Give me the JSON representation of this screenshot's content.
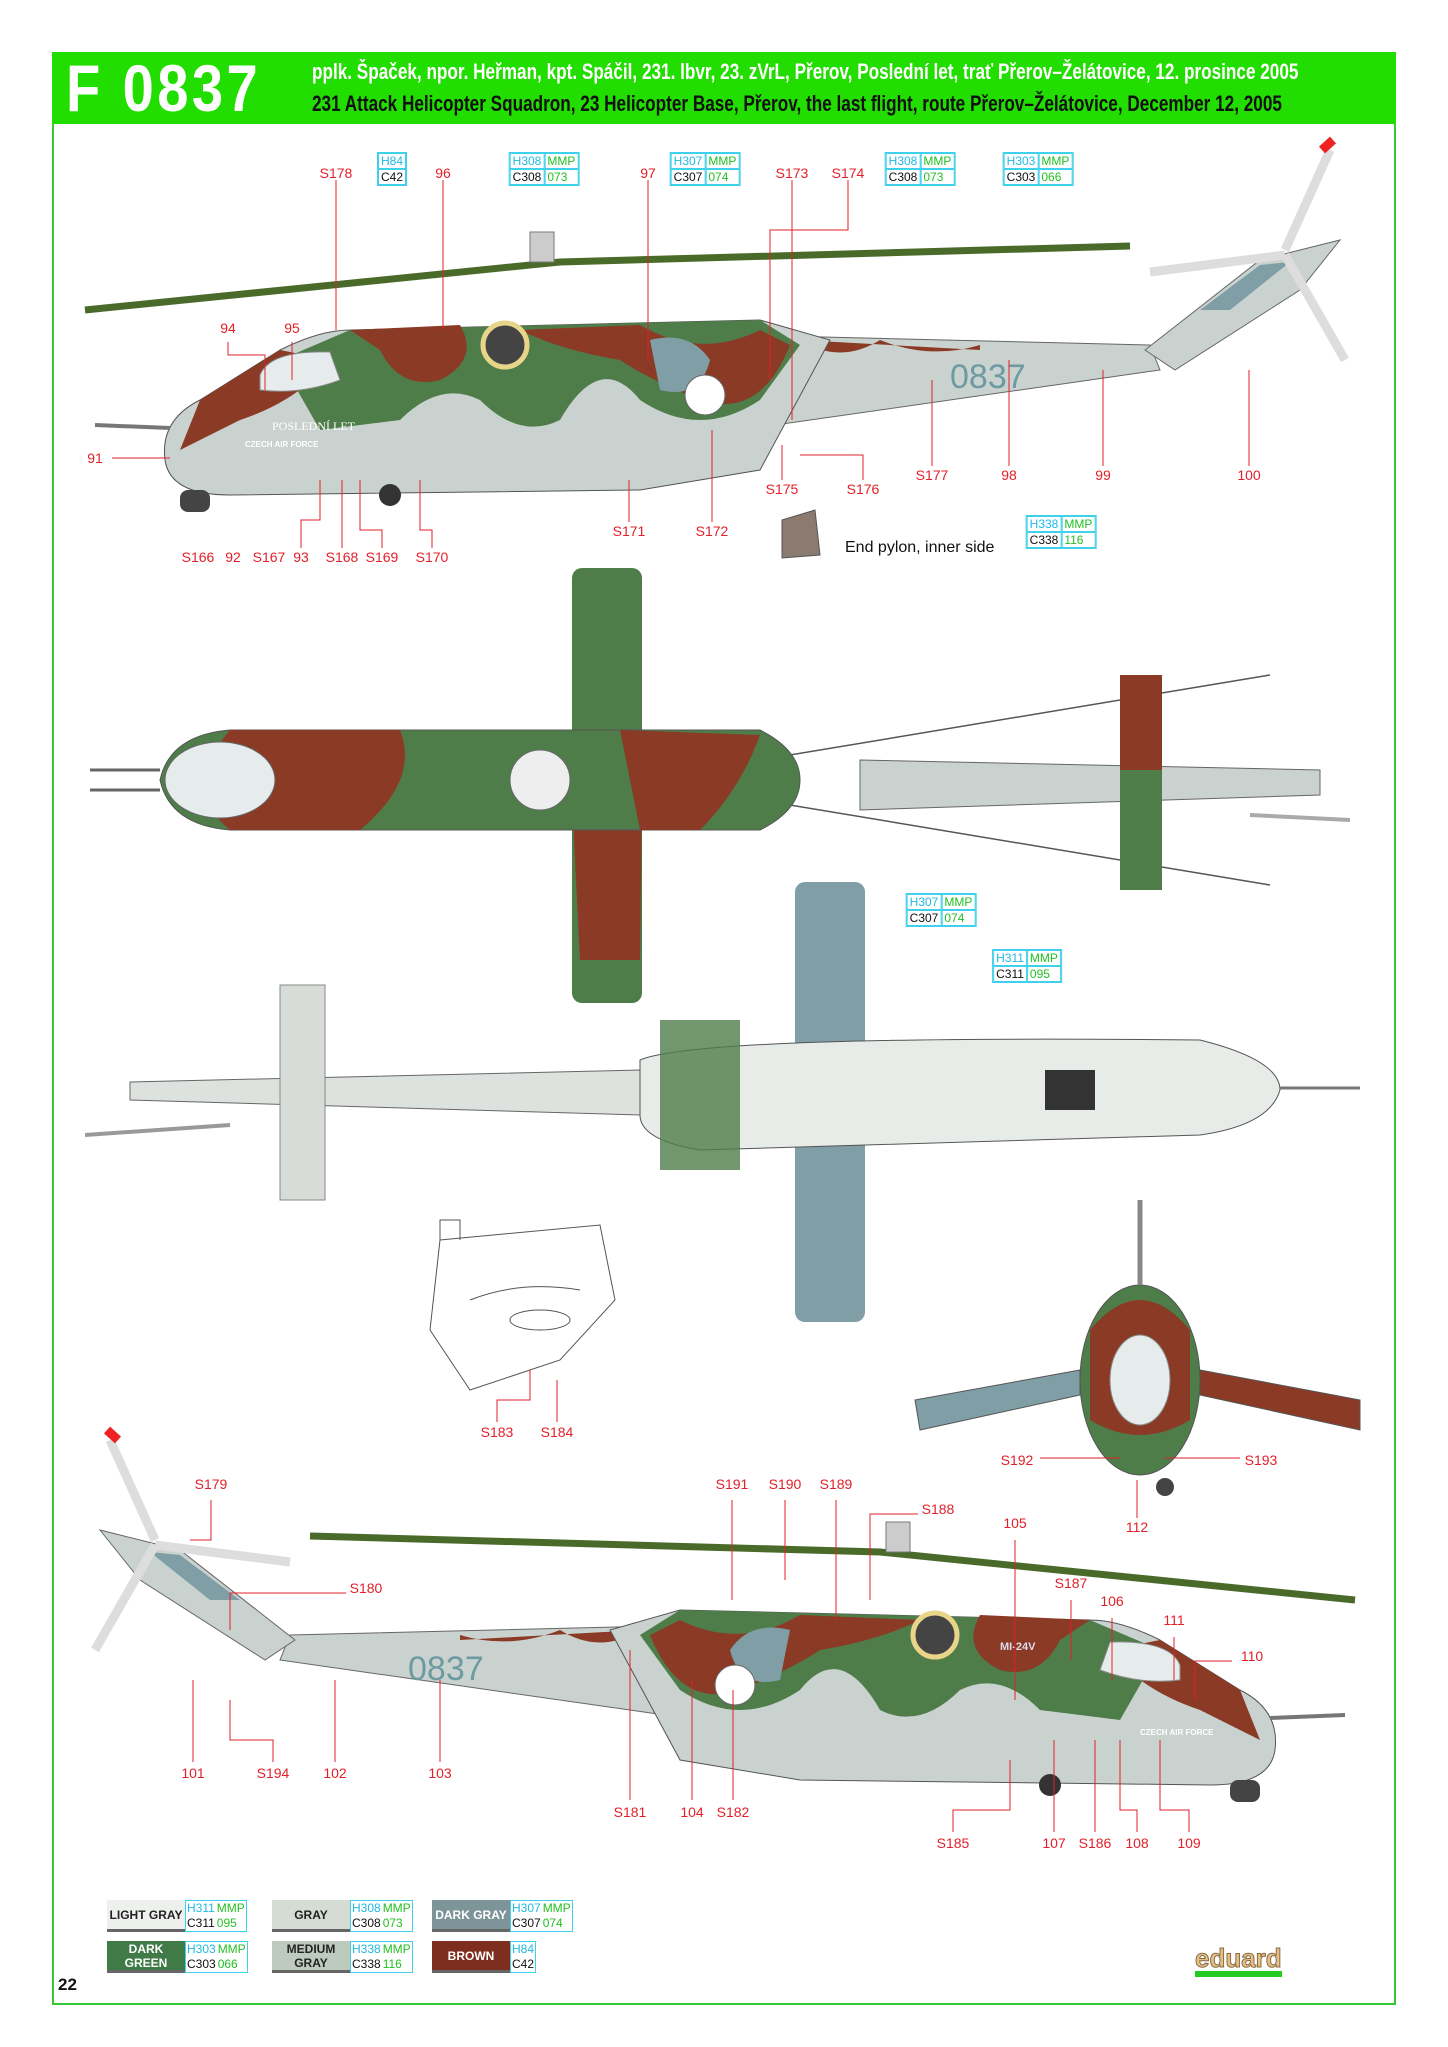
{
  "header": {
    "code": "F 0837",
    "title_cz": "pplk. Špaček, npor. Heřman, kpt. Spáčil, 231. lbvr, 23. zVrL, Přerov, Poslední let, trať Přerov–Želátovice, 12. prosince 2005",
    "title_en": "231 Attack Helicopter Squadron, 23 Helicopter Base, Přerov, the last flight, route Přerov–Želátovice, December 12, 2005"
  },
  "colors": {
    "light_gray": "#eef0ee",
    "gray": "#d4dcd4",
    "dark_gray": "#7d9499",
    "dark_green": "#3f7a47",
    "medium_gray": "#bfcabf",
    "brown": "#7d2e1f",
    "accent_green": "#22dd00",
    "callout_red": "#e3202a"
  },
  "callouts": [
    "S178",
    "96",
    "97",
    "S173",
    "S174",
    "94",
    "95",
    "91",
    "S166",
    "92",
    "S167",
    "93",
    "S168",
    "S169",
    "S170",
    "S171",
    "S172",
    "S175",
    "S176",
    "S177",
    "98",
    "99",
    "100",
    "S183",
    "S184",
    "S192",
    "S193",
    "112",
    "S179",
    "S180",
    "S191",
    "S190",
    "S189",
    "S188",
    "105",
    "S187",
    "106",
    "111",
    "110",
    "101",
    "S194",
    "102",
    "103",
    "S181",
    "104",
    "S182",
    "S185",
    "107",
    "S186",
    "108",
    "109"
  ],
  "paint_boxes": [
    {
      "h": "H84",
      "m": "",
      "c": "C42",
      "n": ""
    },
    {
      "h": "H308",
      "m": "MMP",
      "c": "C308",
      "n": "073"
    },
    {
      "h": "H307",
      "m": "MMP",
      "c": "C307",
      "n": "074"
    },
    {
      "h": "H308",
      "m": "MMP",
      "c": "C308",
      "n": "073"
    },
    {
      "h": "H303",
      "m": "MMP",
      "c": "C303",
      "n": "066"
    },
    {
      "h": "H338",
      "m": "MMP",
      "c": "C338",
      "n": "116"
    },
    {
      "h": "H307",
      "m": "MMP",
      "c": "C307",
      "n": "074"
    },
    {
      "h": "H311",
      "m": "MMP",
      "c": "C311",
      "n": "095"
    }
  ],
  "note": "End pylon, inner side",
  "fuselage_serial": "0837",
  "nose_text": {
    "last_flight": "POSLEDNÍ LET",
    "force": "CZECH AIR FORCE",
    "type": "MI-24V"
  },
  "legend": [
    {
      "name": "LIGHT GRAY",
      "h": "H311",
      "m": "MMP",
      "c": "C311",
      "n": "095",
      "color": "#eef0ee",
      "text": "#222"
    },
    {
      "name": "GRAY",
      "h": "H308",
      "m": "MMP",
      "c": "C308",
      "n": "073",
      "color": "#d4dcd4",
      "text": "#222"
    },
    {
      "name": "DARK GRAY",
      "h": "H307",
      "m": "MMP",
      "c": "C307",
      "n": "074",
      "color": "#7d9499",
      "text": "#fff"
    },
    {
      "name": "DARK GREEN",
      "h": "H303",
      "m": "MMP",
      "c": "C303",
      "n": "066",
      "color": "#3f7a47",
      "text": "#fff"
    },
    {
      "name": "MEDIUM GRAY",
      "h": "H338",
      "m": "MMP",
      "c": "C338",
      "n": "116",
      "color": "#bfcabf",
      "text": "#222"
    },
    {
      "name": "BROWN",
      "h": "H84",
      "m": "",
      "c": "C42",
      "n": "",
      "color": "#7d2e1f",
      "text": "#fff"
    }
  ],
  "page_number": "22",
  "brand": "eduard"
}
